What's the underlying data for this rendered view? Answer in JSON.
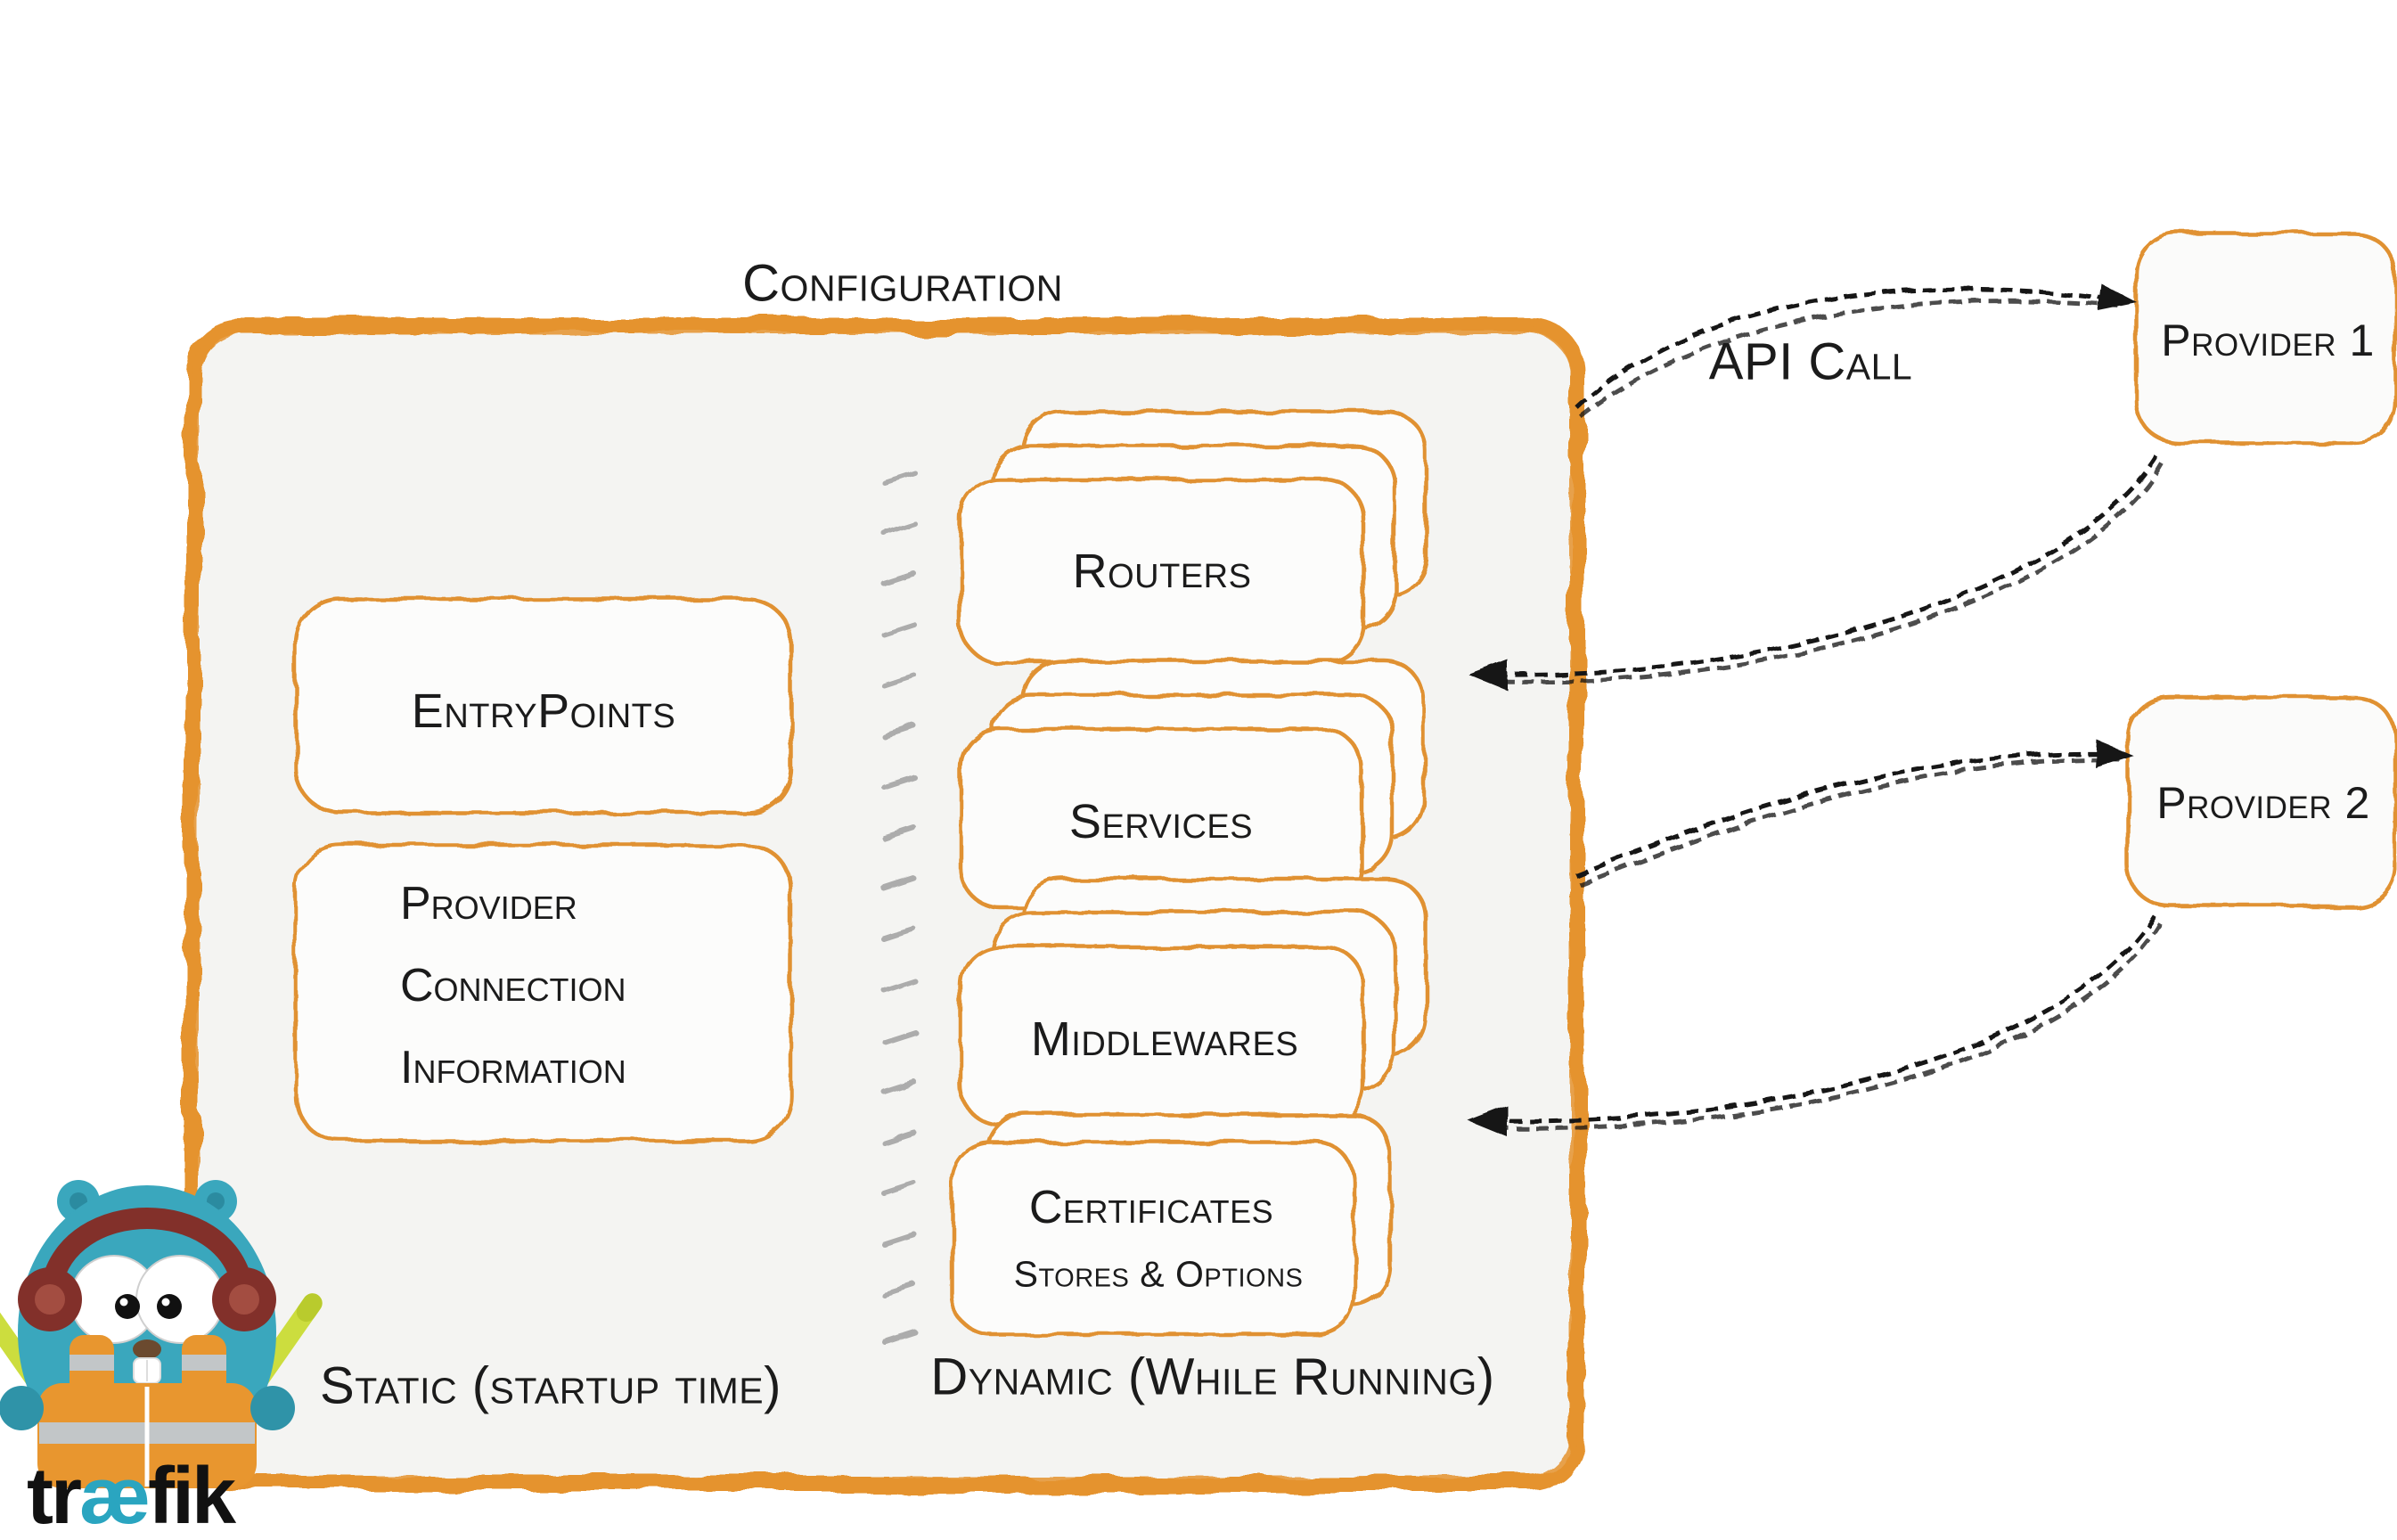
{
  "title": "Configuration",
  "static_section": {
    "entrypoints_label": "EntryPoints",
    "provider_connection_label": "Provider Connection Information",
    "footer_label": "Static (startup time)"
  },
  "dynamic_section": {
    "routers_label": "Routers",
    "services_label": "Services",
    "middlewares_label": "Middlewares",
    "certificates_label": "Certificates",
    "certificates_sublabel": "Stores & Options",
    "footer_label": "Dynamic (While Running)"
  },
  "external": {
    "api_call_label": "API Call",
    "provider1_label": "Provider 1",
    "provider2_label": "Provider 2"
  },
  "logo": {
    "part1": "tr",
    "ae": "æ",
    "part2": "fik"
  },
  "colors": {
    "accent_orange": "#e5932f",
    "teal": "#2aa5c0",
    "arrow_black": "#161616",
    "panel_gray": "#f4f4f2"
  }
}
